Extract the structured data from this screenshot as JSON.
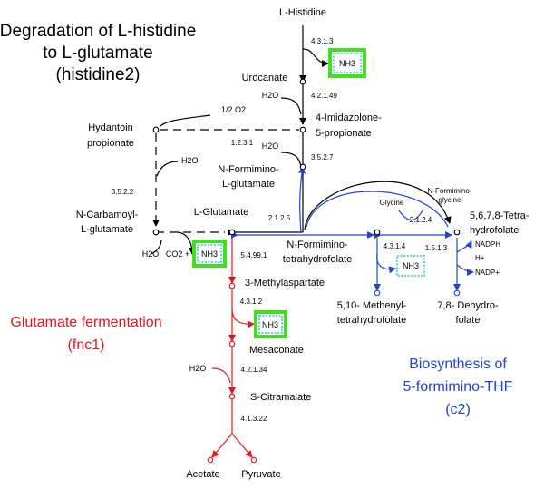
{
  "titles": {
    "main": [
      "Degradation of L-histidine",
      "to L-glutamate",
      "(histidine2)"
    ],
    "red": [
      "Glutamate fermentation",
      "(fnc1)"
    ],
    "blue": [
      "Biosynthesis of",
      "5-formimino-THF",
      "(c2)"
    ]
  },
  "compounds": {
    "l_histidine": "L-Histidine",
    "urocanate": "Urocanate",
    "imidazolone": [
      "4-Imidazolone-",
      "5-propionate"
    ],
    "hydantoin": [
      "Hydantoin",
      "propionate"
    ],
    "n_formimino_glutamate": [
      "N-Formimino-",
      "L-glutamate"
    ],
    "n_carbamoyl": [
      "N-Carbamoyl-",
      "L-glutamate"
    ],
    "l_glutamate": "L-Glutamate",
    "n_formimino_thf": [
      "N-Formimino-",
      "tetrahydrofolate"
    ],
    "thf": [
      "5,6,7,8-Tetra-",
      "hydrofolate"
    ],
    "methylaspartate": "3-Methylaspartate",
    "mesaconate": "Mesaconate",
    "citramalate": "S-Citramalate",
    "acetate": "Acetate",
    "pyruvate": "Pyruvate",
    "methenyl_thf": [
      "5,10- Methenyl-",
      "tetrahydrofolate"
    ],
    "dihydrofolate": [
      "7,8- Dehydro-",
      "folate"
    ]
  },
  "cofactors": {
    "h2o": "H2O",
    "half_o2": "1/2 O2",
    "co2": "CO2 +",
    "nh3": "NH3",
    "glycine": "Glycine",
    "n_formimino_glycine": [
      "N-Formimino-",
      "glycine"
    ],
    "nadph": "NADPH",
    "h_plus": "H+",
    "nadp": "NADP+"
  },
  "enzymes": {
    "e4313": "4.3.1.3",
    "e42149": "4.2.1.49",
    "e1231": "1.2.3.1",
    "e3527": "3.5.2.7",
    "e3522": "3.5.2.2",
    "e2125": "2.1.2.5",
    "e549": "5.4.99.1",
    "e4312": "4.3.1.2",
    "e42134": "4.2.1.34",
    "e41322": "4.1.3.22",
    "e2124": "2.1.2.4",
    "e4314": "4.3.1.4",
    "e1513": "1.5.1.3"
  },
  "colors": {
    "black_pathway": "#000000",
    "red_pathway": "#e8141c",
    "blue_pathway": "#1f45d6",
    "nh3_box_outer": "#44dd22",
    "nh3_box_inner": "#55d7d2"
  }
}
